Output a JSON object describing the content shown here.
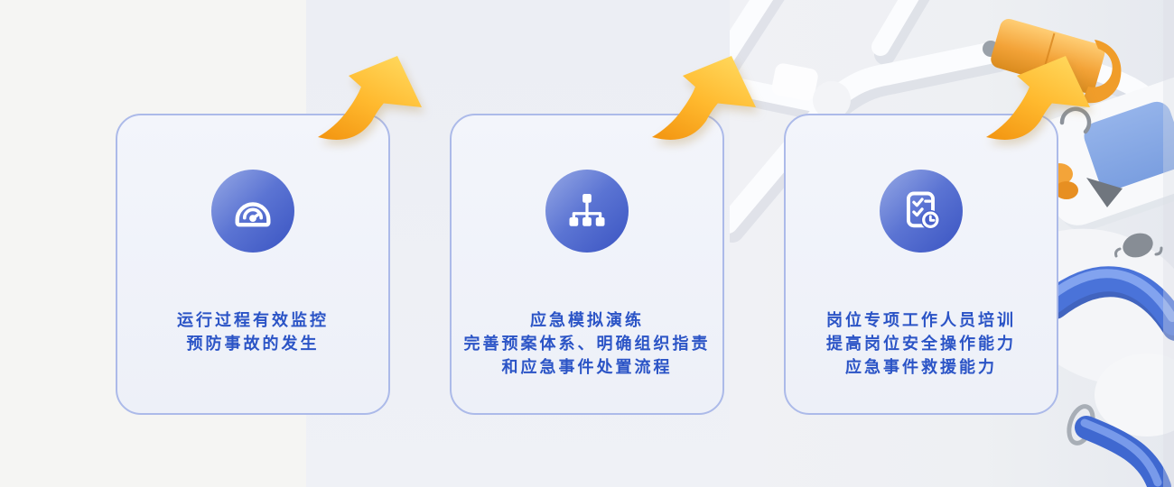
{
  "cards": [
    {
      "id": "process-monitoring",
      "icon": "gauge-icon",
      "lines": [
        "运行过程有效监控",
        "预防事故的发生"
      ]
    },
    {
      "id": "emergency-drill",
      "icon": "org-chart-icon",
      "lines": [
        "应急模拟演练",
        "完善预案体系、明确组织指责",
        "和应急事件处置流程"
      ]
    },
    {
      "id": "staff-training",
      "icon": "checklist-clock-icon",
      "lines": [
        "岗位专项工作人员培训",
        "提高岗位安全操作能力",
        "应急事件救援能力"
      ]
    }
  ],
  "decor": {
    "arrows": {
      "count": 3,
      "direction": "up-right"
    },
    "illustration": "3d-white-and-blue-pipes-with-orange-joints"
  },
  "palette": {
    "background_left": "#f5f5f3",
    "background_main": "#edeff5",
    "card_fill": "#f1f4fa",
    "card_border": "#acbae9",
    "text_blue": "#2b54c6",
    "icon_gradient_start": "#97a9e5",
    "icon_gradient_end": "#3a54c2",
    "arrow_yellow": "#ffd95e",
    "arrow_orange": "#f2930f",
    "pipe_orange": "#f3a338",
    "panel_blue": "#88aae3",
    "pipe_blue": "#4a73d9"
  }
}
